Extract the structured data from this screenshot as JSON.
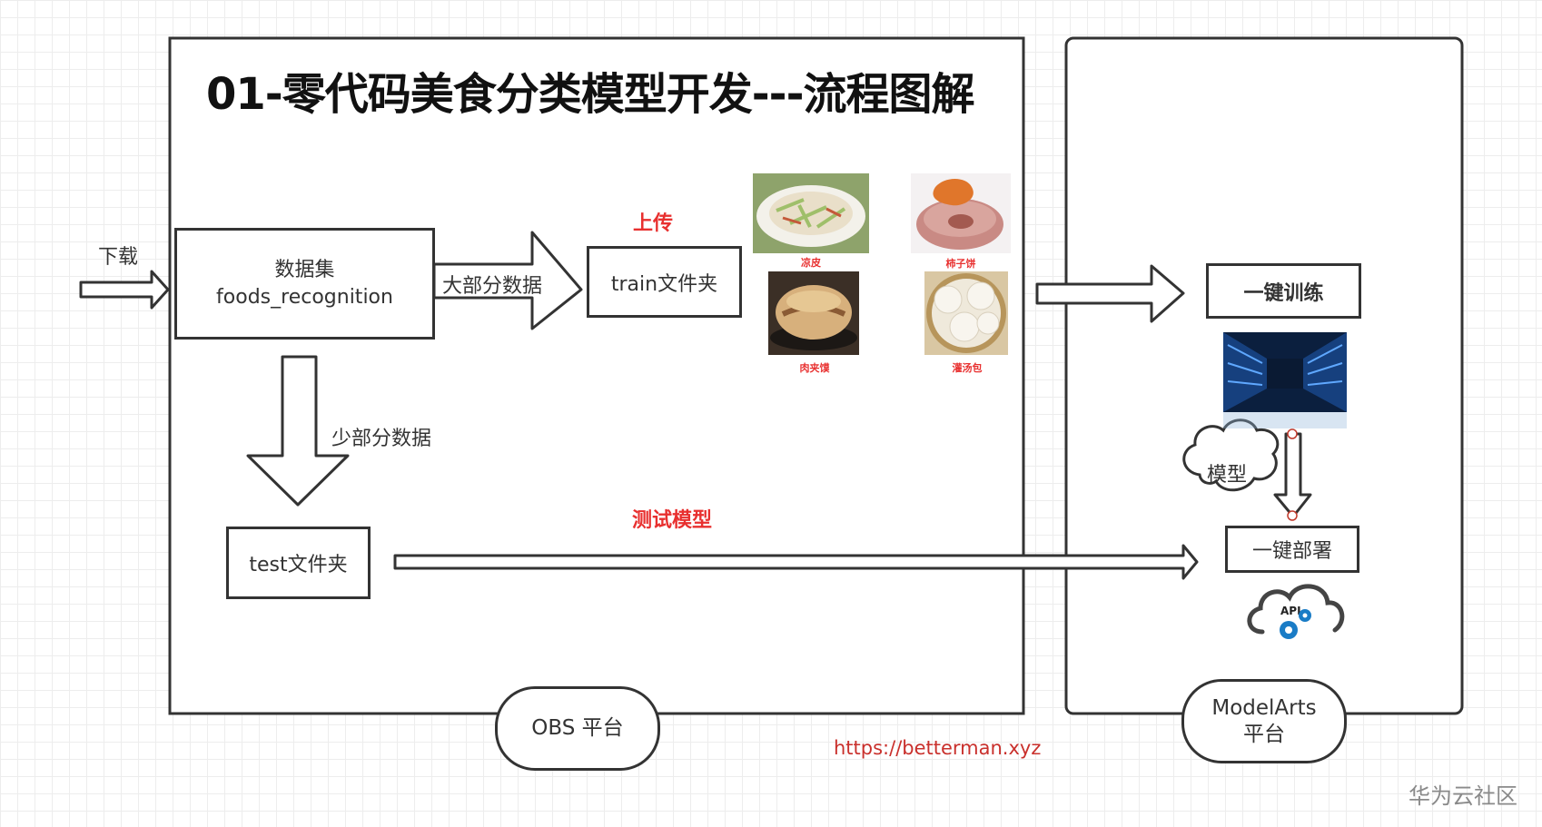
{
  "title": "01-零代码美食分类模型开发---流程图解",
  "download_label": "下载",
  "dataset": {
    "name": "数据集",
    "folder": "foods_recognition"
  },
  "majority_label": "大部分数据",
  "minority_label": "少部分数据",
  "upload_label": "上传",
  "train_folder": "train文件夹",
  "test_folder": "test文件夹",
  "test_model_label": "测试模型",
  "foods": [
    {
      "name": "凉皮",
      "icon": "liangpi-photo"
    },
    {
      "name": "柿子饼",
      "icon": "persimmon-cake-photo"
    },
    {
      "name": "肉夹馍",
      "icon": "roujiamo-photo"
    },
    {
      "name": "灌汤包",
      "icon": "soup-dumpling-photo"
    }
  ],
  "one_click_train": "一键训练",
  "model_label": "模型",
  "one_click_deploy": "一键部署",
  "api_label": "API",
  "obs_platform": "OBS 平台",
  "modelarts_platform": {
    "line1": "ModelArts",
    "line2": "平台"
  },
  "url": "https://betterman.xyz",
  "watermark": "华为云社区",
  "colors": {
    "accent_red": "#e8302f",
    "stroke": "#333333",
    "server_blue": "#2f6bbf",
    "cloud_blue": "#1a7cc6"
  }
}
